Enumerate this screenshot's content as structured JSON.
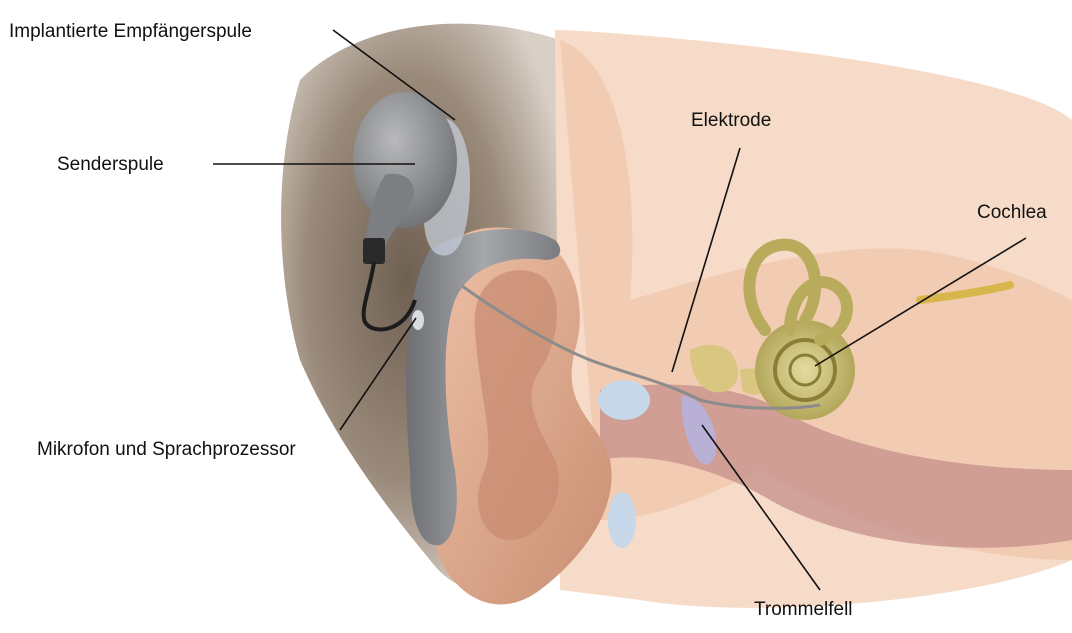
{
  "labels": {
    "implant_receiver": "Implantierte Empfängerspule",
    "transmitter_coil": "Senderspule",
    "electrode": "Elektrode",
    "cochlea": "Cochlea",
    "microphone_processor": "Mikrofon und Sprachprozessor",
    "eardrum": "Trommelfell"
  },
  "colors": {
    "hair": "#8a7a6c",
    "skin": "#e2b49a",
    "bone": "#f2d2bc",
    "cochlea": "#c9bd6b",
    "device": "#8e9094",
    "leader_line": "#111111"
  }
}
